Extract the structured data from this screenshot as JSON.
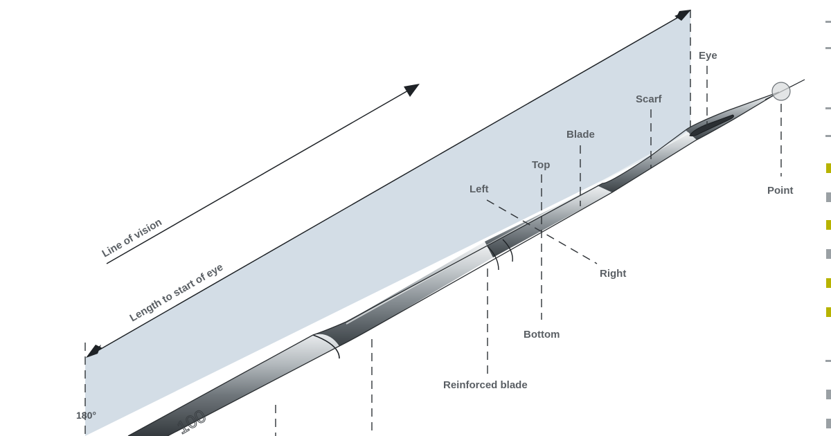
{
  "diagram": {
    "labels": {
      "eye": "Eye",
      "scarf": "Scarf",
      "blade": "Blade",
      "top": "Top",
      "left": "Left",
      "right": "Right",
      "bottom": "Bottom",
      "point": "Point",
      "reinforced_blade": "Reinforced blade",
      "line_of_vision": "Line of vision",
      "length_to_eye": "Length to start of eye",
      "angle": "180°",
      "needle_size": "100"
    },
    "colors": {
      "shading": "#d3dde6",
      "lines": "#1e2226",
      "label_text": "#5a5f64",
      "needle_steel": "#8c9398"
    }
  }
}
